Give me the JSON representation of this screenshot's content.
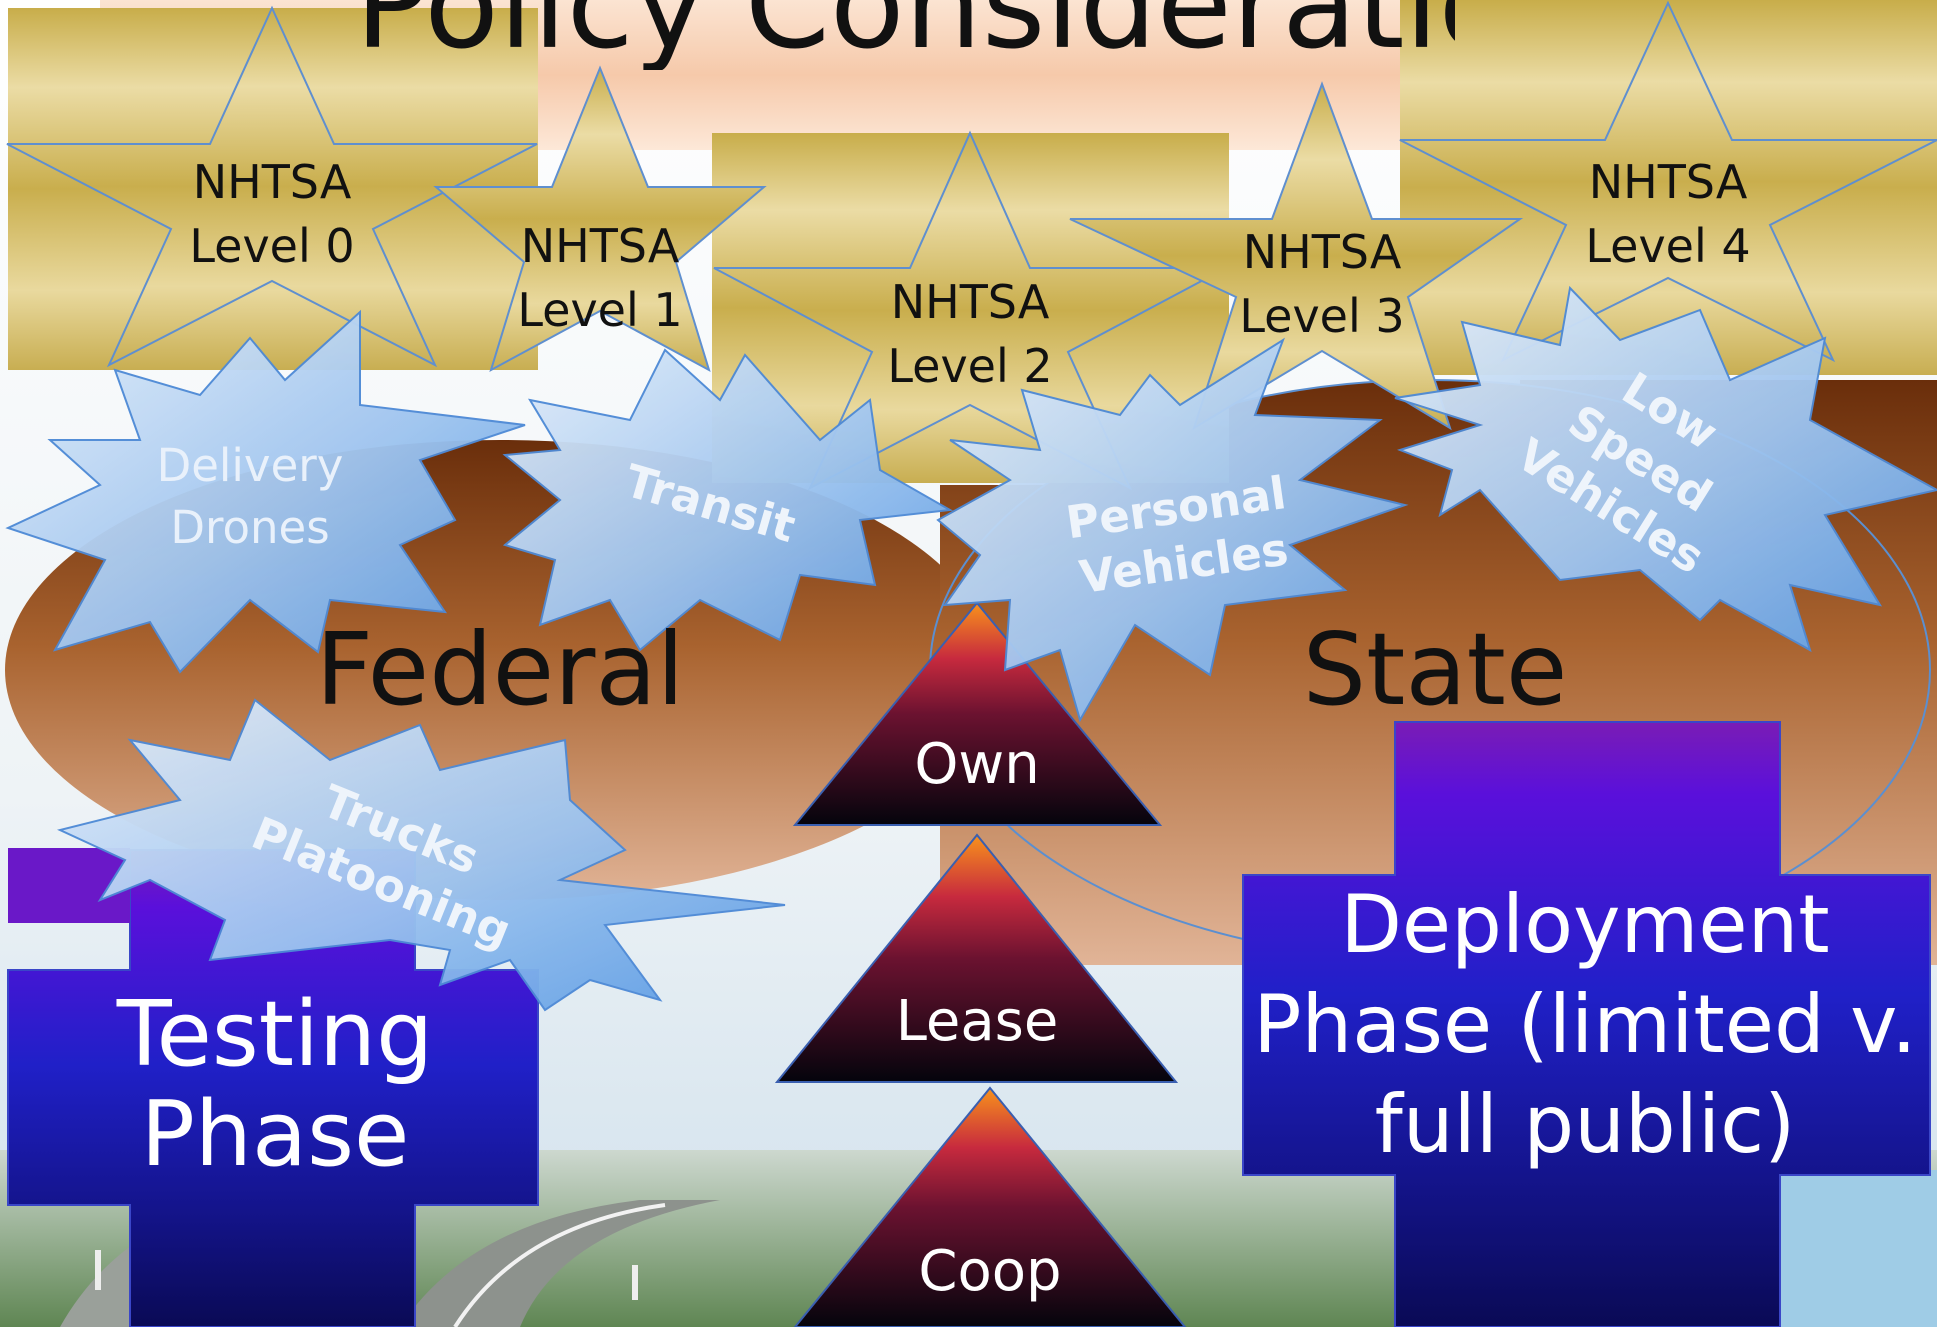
{
  "title": "Policy Considerations",
  "nhtsa_levels": [
    {
      "line1": "NHTSA",
      "line2": "Level 0"
    },
    {
      "line1": "NHTSA",
      "line2": "Level 1"
    },
    {
      "line1": "NHTSA",
      "line2": "Level 2"
    },
    {
      "line1": "NHTSA",
      "line2": "Level 3"
    },
    {
      "line1": "NHTSA",
      "line2": "Level 4"
    }
  ],
  "vehicle_types": {
    "delivery_drones": {
      "line1": "Delivery",
      "line2": "Drones"
    },
    "transit": "Transit",
    "personal_vehicles": {
      "line1": "Personal",
      "line2": "Vehicles"
    },
    "low_speed_vehicles": {
      "line1": "Low",
      "line2": "Speed",
      "line3": "Vehicles"
    },
    "trucks_platooning": {
      "line1": "Trucks",
      "line2": "Platooning"
    }
  },
  "jurisdictions": {
    "federal": "Federal",
    "state": "State"
  },
  "ownership_models": [
    "Own",
    "Lease",
    "Coop"
  ],
  "phases": {
    "testing": {
      "line1": "Testing",
      "line2": "Phase"
    },
    "deployment": {
      "line1": "Deployment",
      "line2": "Phase (limited v.",
      "line3": "full public)"
    }
  },
  "colors": {
    "star_gold": "#cdb559",
    "burst_blue": "#7fb3ea",
    "ellipse_brown": "#a4602f",
    "cross_purple": "#5b14d8",
    "cross_navy": "#1a1a8c",
    "triangle_orange": "#f48a1a",
    "triangle_black": "#05050e",
    "title_band_peach": "#f6cdb0"
  }
}
